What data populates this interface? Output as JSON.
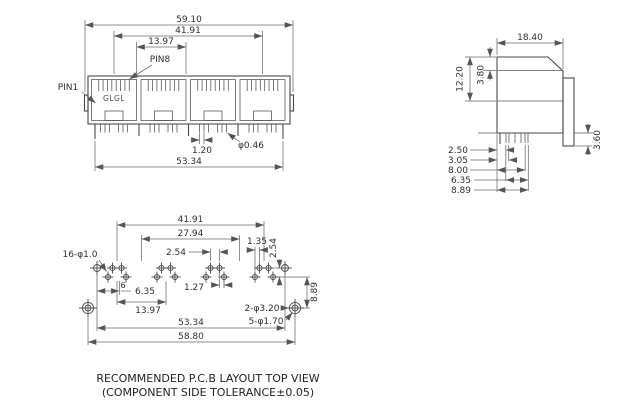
{
  "front": {
    "w1": "59.10",
    "w2": "41.91",
    "w3": "13.97",
    "pin8": "PIN8",
    "pin1": "PIN1",
    "logo": "GLGL",
    "gap": "1.20",
    "dia": "φ0.46",
    "span": "53.34"
  },
  "side": {
    "depth": "18.40",
    "h1": "12.20",
    "h2": "3.80",
    "a": "2.50",
    "b": "3.05",
    "c": "8.00",
    "d": "6.35",
    "e": "8.89",
    "post": "3.60"
  },
  "pcb": {
    "w1": "41.91",
    "w2": "27.94",
    "pitch": "2.54",
    "offs": "1.35",
    "rowgap": "2.54",
    "small": "16-φ1.0",
    "six": "6",
    "c1": "6.35",
    "c2": "1.27",
    "c3": "13.97",
    "c4": "8.89",
    "mount": "2-φ3.20",
    "shield": "5-φ1.70",
    "span": "53.34",
    "total": "58.80"
  },
  "caption": {
    "line1": "RECOMMENDED P.C.B LAYOUT TOP VIEW",
    "line2": "(COMPONENT SIDE TOLERANCE±0.05)"
  }
}
